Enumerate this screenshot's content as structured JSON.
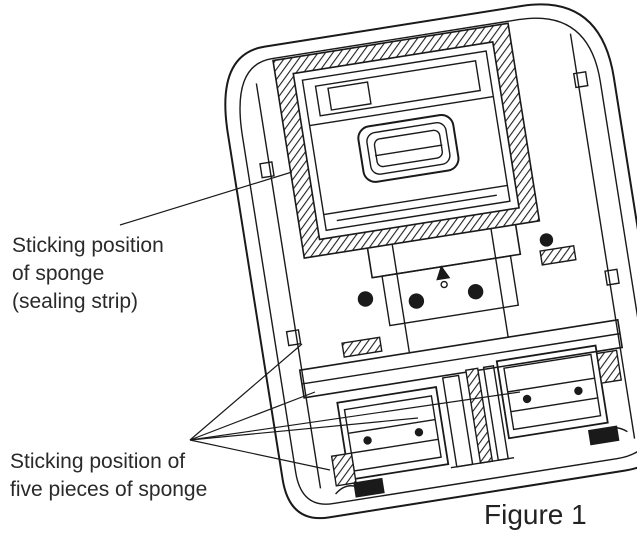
{
  "labels": {
    "sealing_strip": [
      "Sticking position",
      "of sponge",
      "(sealing strip)"
    ],
    "five_sponges": [
      "Sticking position of",
      "five pieces of sponge"
    ]
  },
  "caption": "Figure 1",
  "colors": {
    "line": "#1a1a1a",
    "background": "#ffffff",
    "hatch": "#222222"
  }
}
